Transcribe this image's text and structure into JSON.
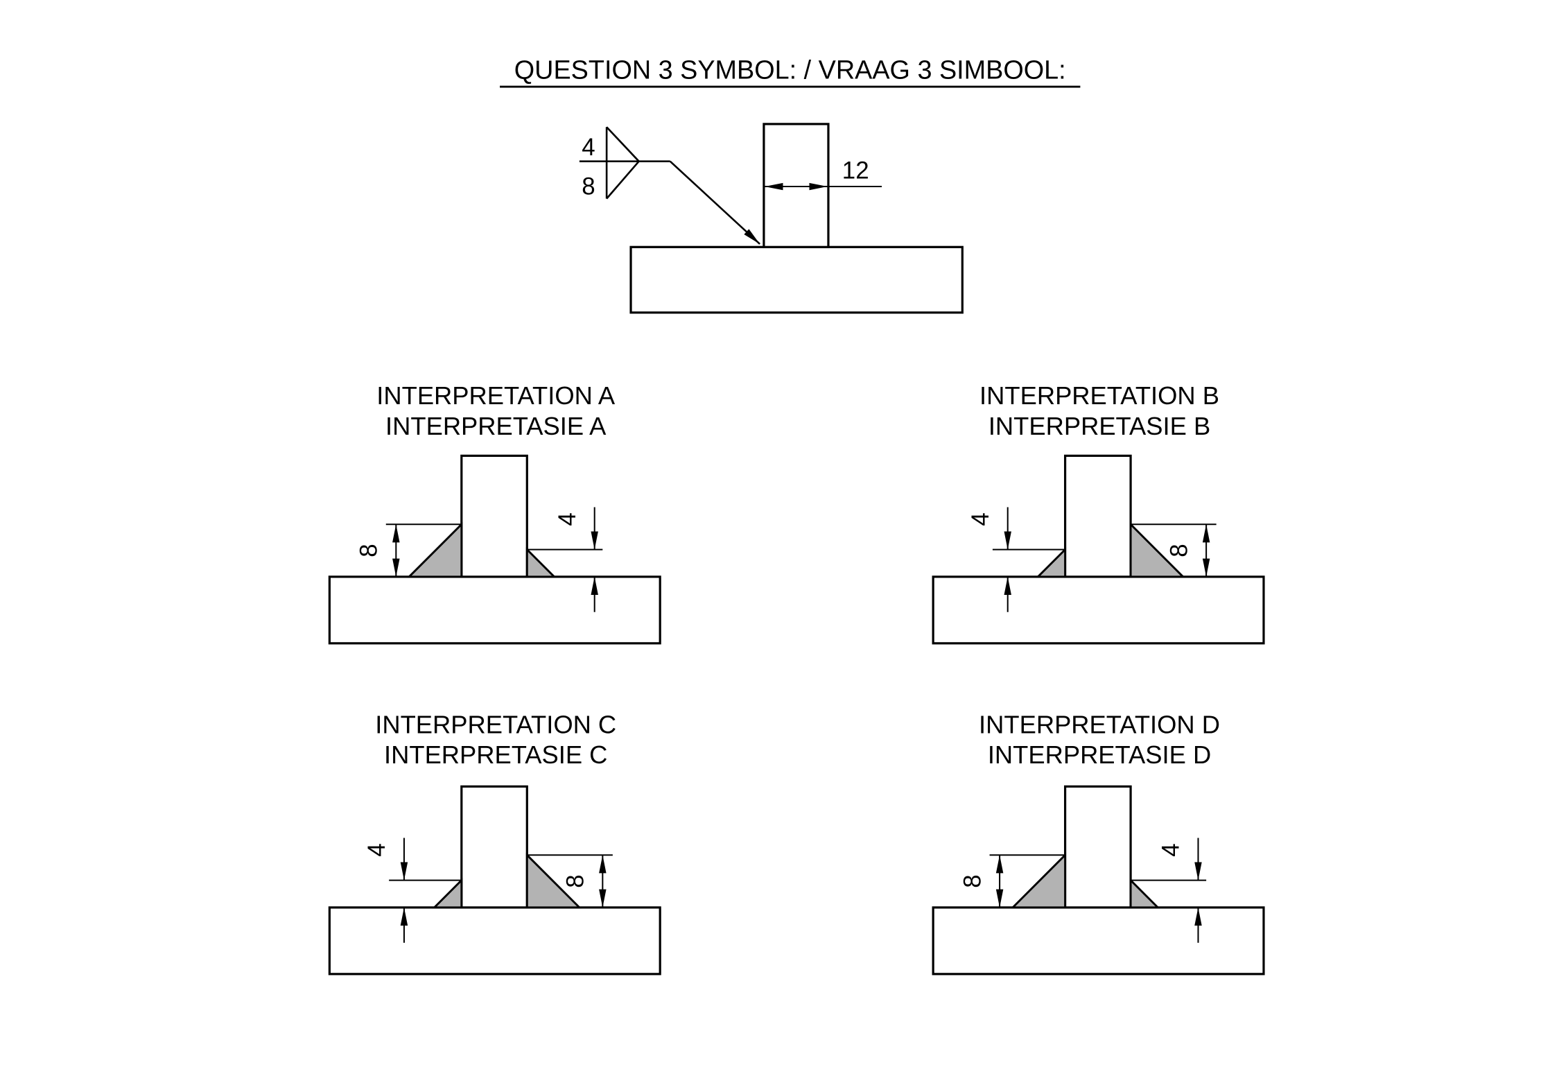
{
  "title": "QUESTION 3 SYMBOL: / VRAAG 3 SIMBOOL:",
  "weld_symbol": {
    "other_side_size": "4",
    "arrow_side_size": "8",
    "stem_width_dim": "12"
  },
  "interpretations": [
    {
      "key": "A",
      "label_en": "INTERPRETATION A",
      "label_af": "INTERPRETASIE A",
      "left_weld_size": "8",
      "right_weld_size": "4"
    },
    {
      "key": "B",
      "label_en": "INTERPRETATION B",
      "label_af": "INTERPRETASIE B",
      "left_weld_size": "4",
      "right_weld_size": "8"
    },
    {
      "key": "C",
      "label_en": "INTERPRETATION C",
      "label_af": "INTERPRETASIE C",
      "left_weld_size": "4",
      "right_weld_size": "8"
    },
    {
      "key": "D",
      "label_en": "INTERPRETATION D",
      "label_af": "INTERPRETASIE D",
      "left_weld_size": "8",
      "right_weld_size": "4"
    }
  ],
  "colors": {
    "line": "#000000",
    "weld_fill": "#b3b3b3",
    "background": "#ffffff"
  }
}
